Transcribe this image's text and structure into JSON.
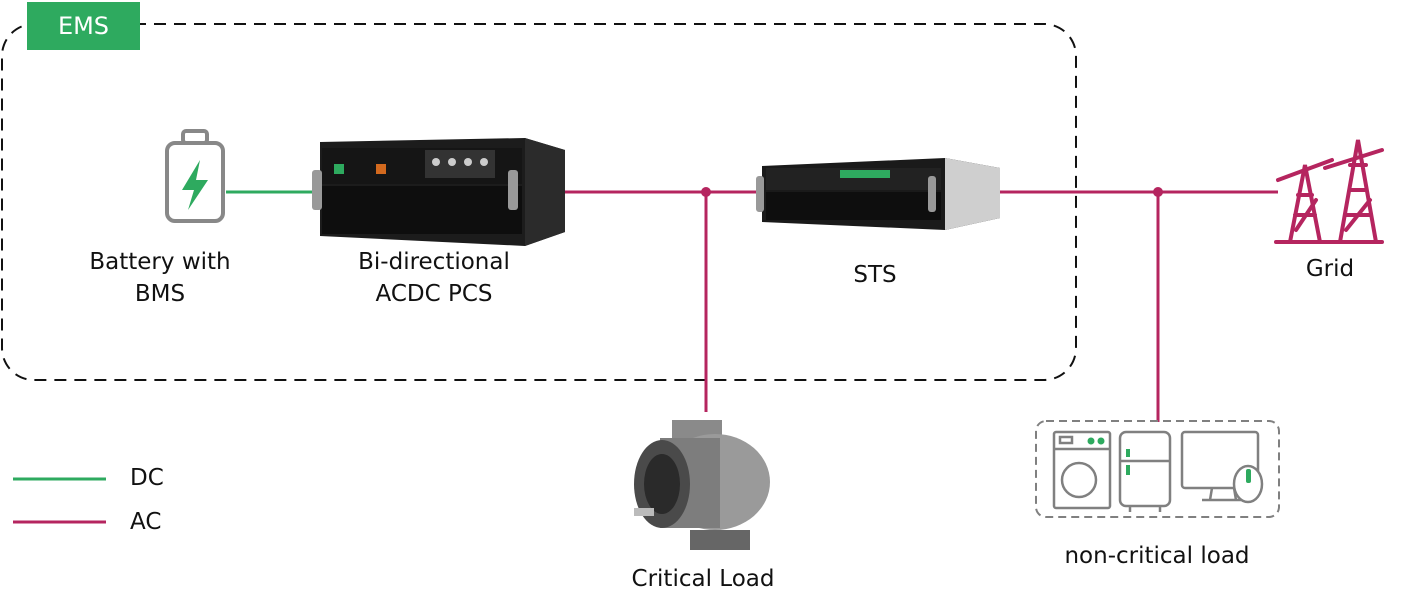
{
  "ems_label": "EMS",
  "nodes": {
    "battery": {
      "line1": "Battery with",
      "line2": "BMS"
    },
    "pcs": {
      "line1": "Bi-directional",
      "line2": "ACDC PCS"
    },
    "sts": {
      "label": "STS"
    },
    "grid": {
      "label": "Grid"
    },
    "critical_load": {
      "label": "Critical Load"
    },
    "non_critical_load": {
      "label": "non-critical load"
    }
  },
  "legend": [
    {
      "label": "DC",
      "color": "#2eaa5f"
    },
    {
      "label": "AC",
      "color": "#b5255f"
    }
  ],
  "colors": {
    "dc": "#2eaa5f",
    "ac": "#b5255f",
    "icon": "#808080"
  }
}
